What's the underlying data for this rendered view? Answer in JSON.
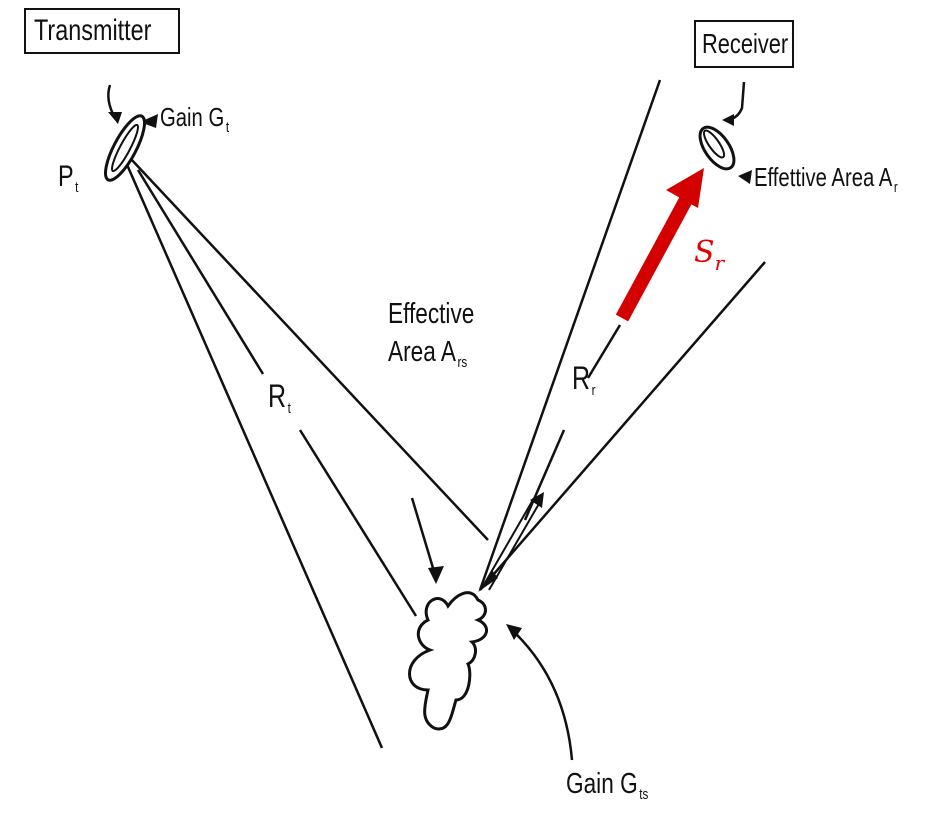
{
  "transmitter": {
    "title": "Transmitter",
    "gain_symbol": "Gain G",
    "gain_sub": "t",
    "power_symbol": "P",
    "power_sub": "t"
  },
  "receiver": {
    "title": "Receiver",
    "area_text": "Effettive Area A",
    "area_sub": "r"
  },
  "target": {
    "area_line1": "Effective",
    "area_line2": "Area A",
    "area_sub": "rs",
    "gain_text": "Gain G",
    "gain_sub": "ts"
  },
  "ranges": {
    "tx_symbol": "R",
    "tx_sub": "t",
    "rx_symbol": "R",
    "rx_sub": "r"
  },
  "signal": {
    "symbol": "S",
    "sub": "r",
    "color": "#d40000"
  },
  "colors": {
    "line": "#111111",
    "background": "#ffffff"
  }
}
